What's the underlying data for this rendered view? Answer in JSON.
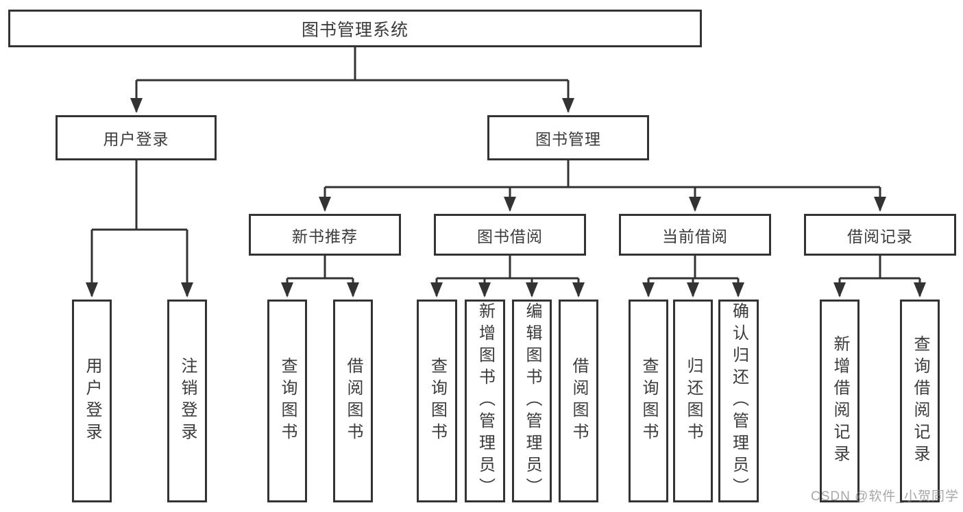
{
  "colors": {
    "line": "#333333",
    "box_border": "#333333",
    "text": "#3b3b3b",
    "watermark": "#8a8a8a",
    "background": "#ffffff"
  },
  "tree": {
    "label": "图书管理系统",
    "children": [
      {
        "label": "用户登录",
        "children": [
          {
            "label": "用户登录"
          },
          {
            "label": "注销登录"
          }
        ]
      },
      {
        "label": "图书管理",
        "children": [
          {
            "label": "新书推荐",
            "children": [
              {
                "label": "查询图书"
              },
              {
                "label": "借阅图书"
              }
            ]
          },
          {
            "label": "图书借阅",
            "children": [
              {
                "label": "查询图书"
              },
              {
                "label": "新增图书（管理员）"
              },
              {
                "label": "编辑图书（管理员）"
              },
              {
                "label": "借阅图书"
              }
            ]
          },
          {
            "label": "当前借阅",
            "children": [
              {
                "label": "查询图书"
              },
              {
                "label": "归还图书"
              },
              {
                "label": "确认归还（管理员）"
              }
            ]
          },
          {
            "label": "借阅记录",
            "children": [
              {
                "label": "新增借阅记录"
              },
              {
                "label": "查询借阅记录"
              }
            ]
          }
        ]
      }
    ]
  },
  "watermark": {
    "text": "CSDN @软件_小贺同学"
  }
}
